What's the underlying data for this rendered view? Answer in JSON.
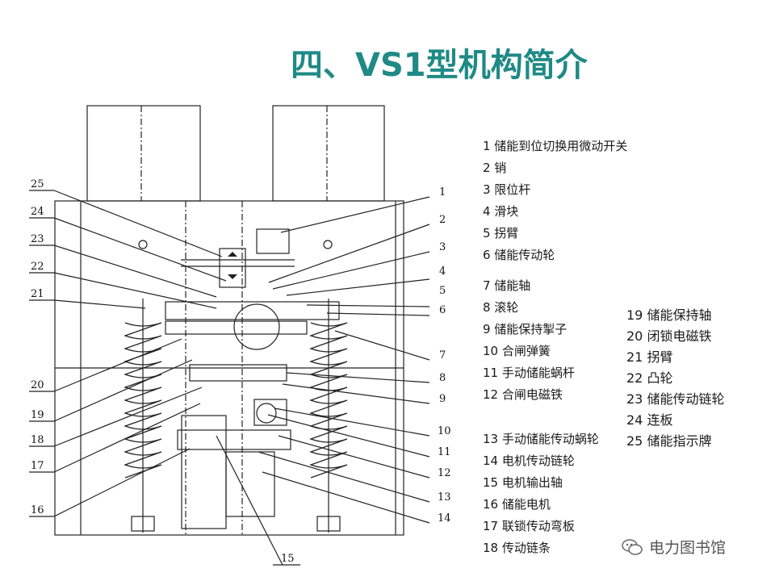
{
  "title": "四、VS1型机构简介",
  "legend_col1": [
    "1 储能到位切换用微动开关",
    "2 销",
    "3 限位杆",
    "4 滑块",
    "5 拐臂",
    "6 储能传动轮"
  ],
  "legend_col2": [
    "7 储能轴",
    "8 滚轮",
    "9 储能保持掣子",
    "10 合闸弹簧",
    "11 手动储能蜗杆",
    "12 合闸电磁铁"
  ],
  "legend_col3": [
    "13 手动储能传动蜗轮",
    "14 电机传动链轮",
    "15 电机输出轴",
    "16 储能电机",
    "17 联锁传动弯板",
    "18 传动链条"
  ],
  "legend_col4": [
    "19 储能保持轴",
    "20 闭锁电磁铁",
    "21 拐臂",
    "22 凸轮",
    "23 储能传动链轮",
    "24 连板",
    "25 储能指示牌"
  ],
  "callouts_left": [
    "25",
    "24",
    "23",
    "22",
    "21",
    "20",
    "19",
    "18",
    "17",
    "16"
  ],
  "callouts_right": [
    "1",
    "2",
    "3",
    "4",
    "5",
    "6",
    "7",
    "8",
    "9",
    "10",
    "11",
    "12",
    "13",
    "14"
  ],
  "callout_bottom": "15",
  "watermark": "电力图书馆",
  "colors": {
    "title": "#1f8a86",
    "lines": "#222222"
  }
}
